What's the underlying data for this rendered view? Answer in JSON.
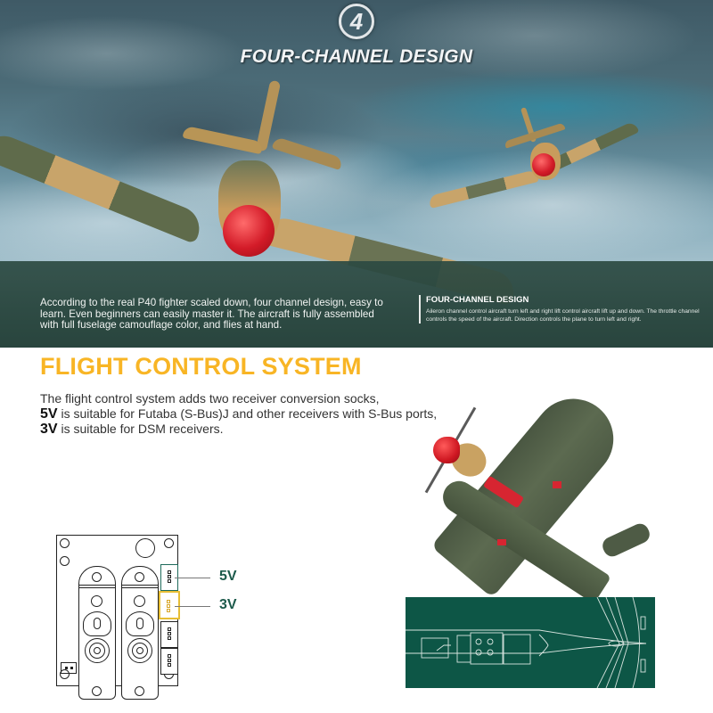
{
  "hero": {
    "badge_number": "4",
    "title": "FOUR-CHANNEL DESIGN",
    "description": "According to the real P40 fighter scaled down, four channel design, easy to learn. Even beginners can easily master it. The aircraft is fully assembled with full fuselage camouflage color, and flies at hand.",
    "side_panel": {
      "title": "FOUR-CHANNEL DESIGN",
      "text": "Aileron channel control aircraft turn left and right lift control aircraft lift up and down. The throttle channel controls the speed of the aircraft. Direction controls the plane to turn left and right."
    }
  },
  "flight_control": {
    "title": "FLIGHT CONTROL SYSTEM",
    "line1": "The flight control system adds two receiver conversion socks,",
    "line2_bold": "5V",
    "line2_rest": " is suitable for Futaba (S-Bus)J and other receivers with S-Bus ports,",
    "line3_bold": "3V",
    "line3_rest": " is suitable for DSM receivers."
  },
  "diagram": {
    "label_5v": "5V",
    "label_3v": "3V",
    "colors": {
      "5v_port": "#1f6b5c",
      "3v_port": "#e7be35",
      "label": "#1c5a4b"
    }
  },
  "colors": {
    "accent_title": "#f8b525",
    "hero_band": "#2c4a42",
    "blueprint_bg": "#0d5646"
  }
}
